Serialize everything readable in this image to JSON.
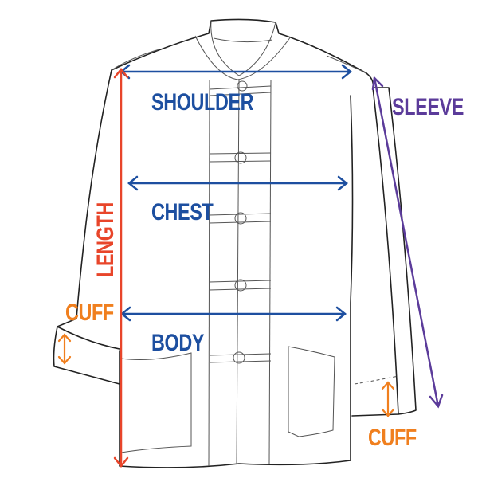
{
  "diagram": {
    "subject": "jacket",
    "labels": {
      "shoulder": "SHOULDER",
      "chest": "CHEST",
      "body": "BODY",
      "length": "LENGTH",
      "sleeve": "SLEEVE",
      "cuff_left": "CUFF",
      "cuff_right": "CUFF"
    },
    "colors": {
      "shoulder": "#1d4fa0",
      "chest": "#1d4fa0",
      "body": "#1d4fa0",
      "length": "#e8452a",
      "sleeve": "#5b3b9a",
      "cuff": "#f07f1e",
      "outline": "#222222"
    }
  }
}
